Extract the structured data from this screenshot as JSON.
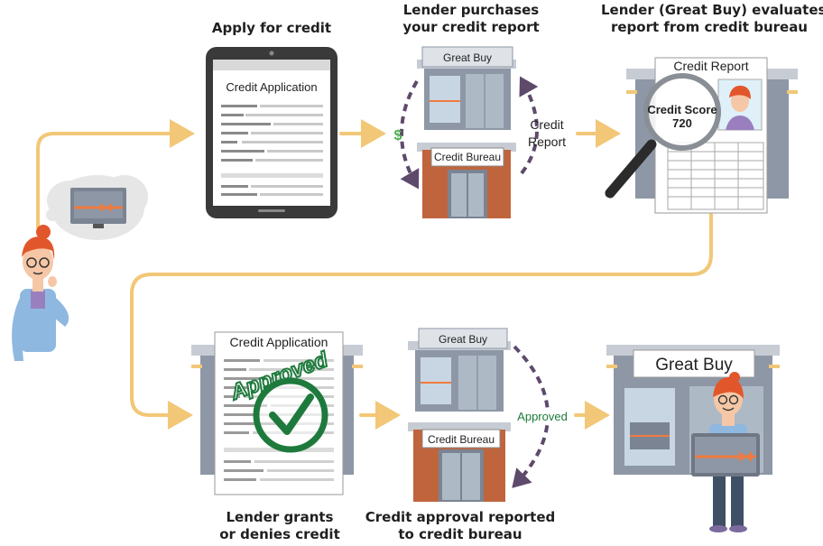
{
  "captions": {
    "apply": "Apply for credit",
    "purchase_line1": "Lender purchases",
    "purchase_line2": "your credit report",
    "evaluate_line1": "Lender (Great Buy) evaluates",
    "evaluate_line2": "report from credit bureau",
    "grant_line1": "Lender grants",
    "grant_line2": "or denies credit",
    "reported_line1": "Credit approval reported",
    "reported_line2": "to credit bureau"
  },
  "labels": {
    "credit_application_tablet": "Credit Application",
    "store_sign": "Great Buy",
    "bureau_sign": "Credit Bureau",
    "credit_report_arrow_line1": "Credit",
    "credit_report_arrow_line2": "Report",
    "dollar": "$",
    "credit_report_title": "Credit Report",
    "credit_score_label": "Credit Score",
    "credit_score_value": "720",
    "credit_application_doc": "Credit Application",
    "approved_stamp": "Approved",
    "approved_arrow": "Approved",
    "store_sign_large": "Great Buy"
  },
  "colors": {
    "flow_arrow": "#f2c777",
    "dashed_arrow": "#5e4a6b",
    "approved_green": "#1e7a3c",
    "dollar_green": "#4caf50",
    "brick": "#c0643d",
    "gift_ribbon": "#f07b3f",
    "building_gray": "#8e97a6"
  },
  "icons": [
    "woman-thinking-icon",
    "tv-thought-bubble-icon",
    "tablet-icon",
    "storefront-icon",
    "bank-building-icon",
    "magnifying-glass-icon",
    "checkmark-stamp-icon",
    "woman-holding-tv-icon"
  ]
}
